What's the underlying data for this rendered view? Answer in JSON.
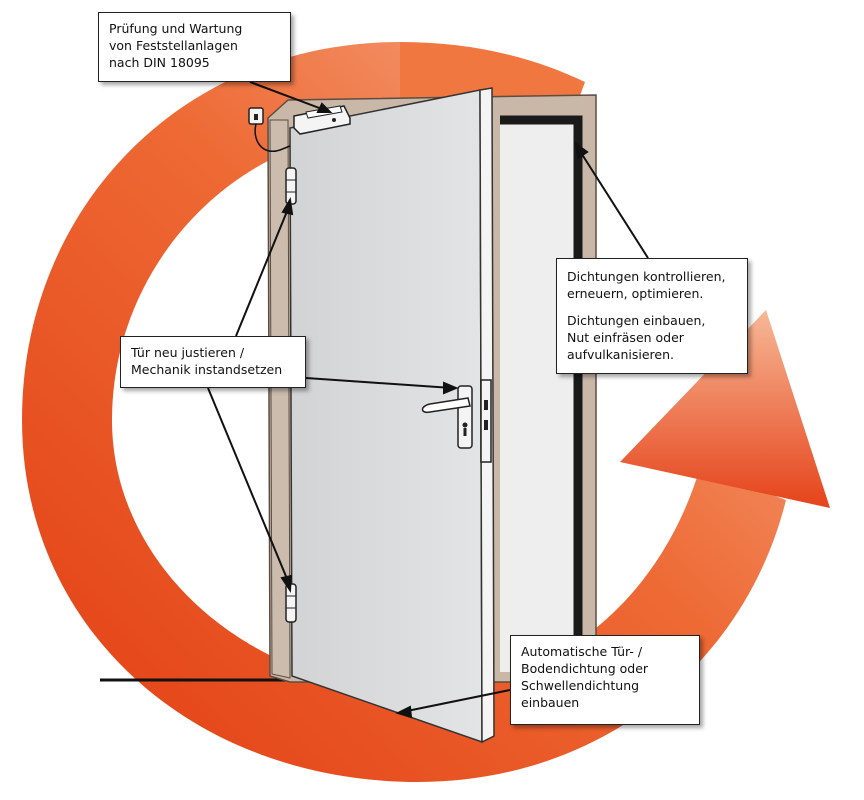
{
  "colors": {
    "arrow_orange_dark": "#e8441c",
    "arrow_orange_light": "#f39a6c",
    "door_leaf": "#d9dadb",
    "door_frame": "#c9b8a8",
    "seal_black": "#1a1a1a",
    "pointer": "#111111"
  },
  "labels": {
    "feststell": {
      "lines": [
        "Prüfung und Wartung",
        "von Feststellanlagen",
        "nach DIN 18095"
      ]
    },
    "tuer": {
      "lines": [
        "Tür neu justieren /",
        "Mechanik instandsetzen"
      ]
    },
    "dichtung": {
      "para1": [
        "Dichtungen kontrollieren,",
        "erneuern, optimieren."
      ],
      "para2": [
        "Dichtungen einbauen,",
        "Nut einfräsen oder",
        "aufvulkanisieren."
      ]
    },
    "auto": {
      "lines": [
        "Automatische Tür- /",
        "Bodendichtung oder",
        "Schwellendichtung",
        "einbauen"
      ]
    }
  }
}
